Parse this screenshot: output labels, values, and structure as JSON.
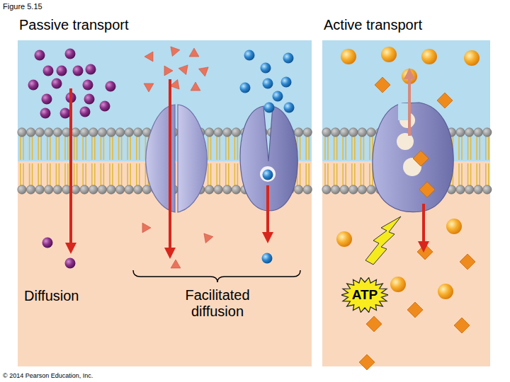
{
  "diagram": {
    "nodes": [
      {
        "text": [
          "Passive transport"
        ]
      },
      {
        "text": [
          "Active transport"
        ]
      },
      {
        "text": [
          "ATP"
        ],
        "in": 1
      }
    ],
    "labels": [
      "Figure 5.15",
      "Diffusion",
      "Facilitated diffusion",
      "© 2014 Pearson Education, Inc."
    ]
  }
}
